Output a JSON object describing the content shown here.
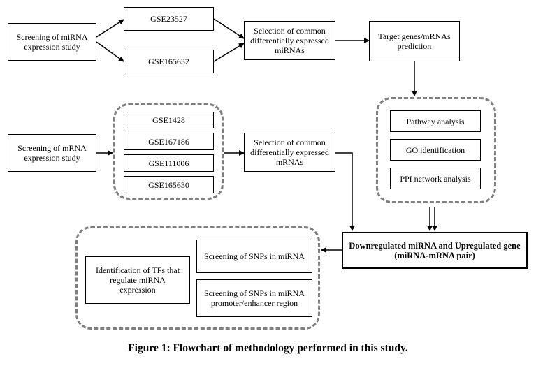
{
  "nodes": {
    "mirna_study": "Screening of miRNA\nexpression study",
    "gse23527": "GSE23527",
    "gse165632": "GSE165632",
    "common_mirnas": "Selection of common\ndifferentially expressed\nmiRNAs",
    "target_genes": "Target genes/mRNAs\nprediction",
    "pathway": "Pathway analysis",
    "go": "GO identification",
    "ppi": "PPI network analysis",
    "mrna_study": "Screening of mRNA\nexpression study",
    "gse1428": "GSE1428",
    "gse167186": "GSE167186",
    "gse111006": "GSE111006",
    "gse165630": "GSE165630",
    "common_mrnas": "Selection of common\ndifferentially expressed\nmRNAs",
    "pair": "Downregulated miRNA and Upregulated gene\n(miRNA-mRNA pair)",
    "snp_mirna": "Screening of SNPs in miRNA",
    "tf": "Identification of TFs that\nregulate miRNA\nexpression",
    "snp_promoter": "Screening of SNPs in miRNA\npromoter/enhancer region"
  },
  "caption": "Figure 1: Flowchart of methodology performed in this study."
}
